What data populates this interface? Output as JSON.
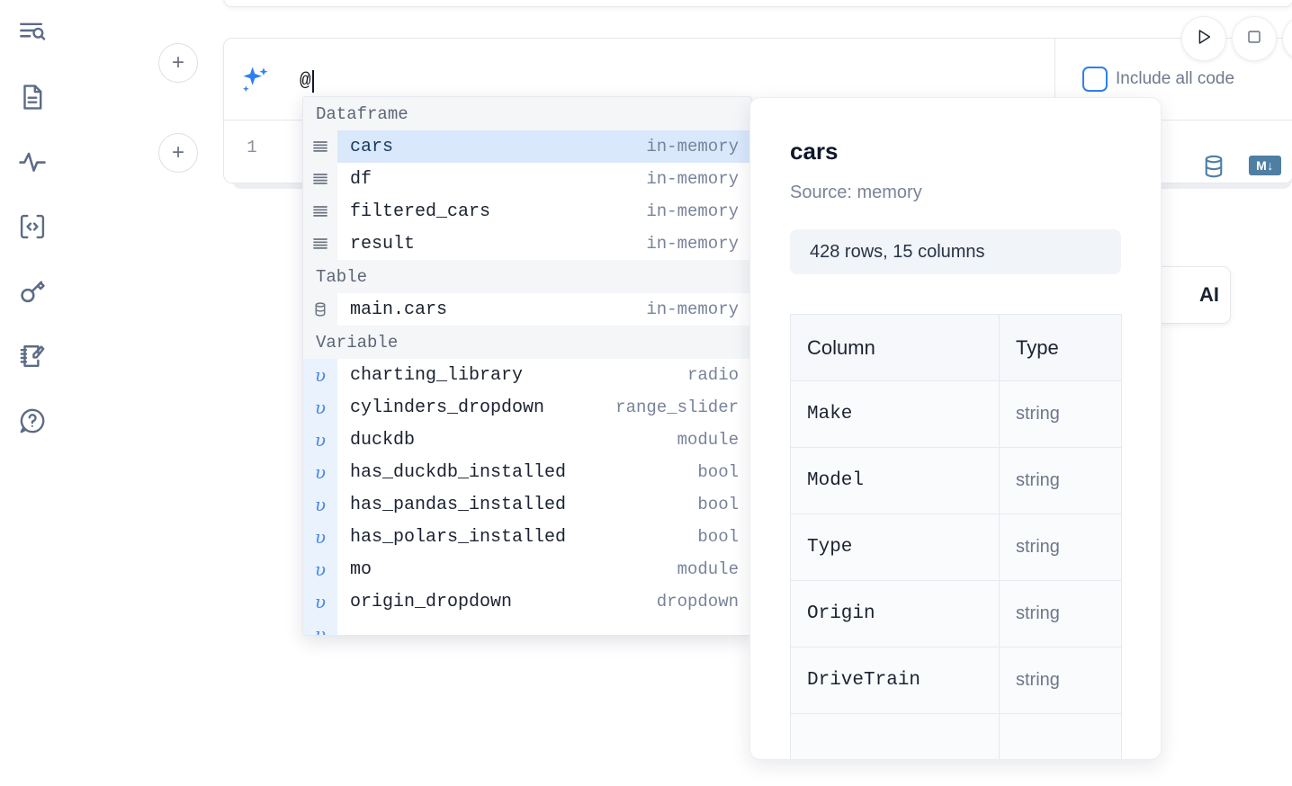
{
  "sidebar": {
    "items": [
      {
        "name": "explore-outline-icon",
        "label": "Outline"
      },
      {
        "name": "file-icon",
        "label": "Notebook file"
      },
      {
        "name": "activity-icon",
        "label": "Activity"
      },
      {
        "name": "code-snippet-icon",
        "label": "Snippets"
      },
      {
        "name": "key-icon",
        "label": "Secrets"
      },
      {
        "name": "scratchpad-icon",
        "label": "Scratchpad"
      },
      {
        "name": "help-icon",
        "label": "Help"
      }
    ]
  },
  "toolbar": {
    "add_cell_label": "+",
    "run_label": "Run",
    "stop_label": "Stop",
    "include_all_code_label": "Include all code",
    "include_all_code_checked": false,
    "markdown_badge": "M↓",
    "database_label": "Database",
    "ai_chip_label": "AI"
  },
  "ai_input": {
    "value": "@",
    "icon": "sparkle-icon"
  },
  "cell": {
    "line_number": "1"
  },
  "autocomplete": {
    "groups": [
      {
        "label": "Dataframe",
        "icon": "dataframe-icon",
        "items": [
          {
            "name": "cars",
            "type": "in-memory",
            "selected": true
          },
          {
            "name": "df",
            "type": "in-memory",
            "selected": false
          },
          {
            "name": "filtered_cars",
            "type": "in-memory",
            "selected": false
          },
          {
            "name": "result",
            "type": "in-memory",
            "selected": false
          }
        ]
      },
      {
        "label": "Table",
        "icon": "table-icon",
        "items": [
          {
            "name": "main.cars",
            "type": "in-memory",
            "selected": false
          }
        ]
      },
      {
        "label": "Variable",
        "icon": "variable-icon",
        "items": [
          {
            "name": "charting_library",
            "type": "radio",
            "selected": false
          },
          {
            "name": "cylinders_dropdown",
            "type": "range_slider",
            "selected": false
          },
          {
            "name": "duckdb",
            "type": "module",
            "selected": false
          },
          {
            "name": "has_duckdb_installed",
            "type": "bool",
            "selected": false
          },
          {
            "name": "has_pandas_installed",
            "type": "bool",
            "selected": false
          },
          {
            "name": "has_polars_installed",
            "type": "bool",
            "selected": false
          },
          {
            "name": "mo",
            "type": "module",
            "selected": false
          },
          {
            "name": "origin_dropdown",
            "type": "dropdown",
            "selected": false
          }
        ]
      }
    ]
  },
  "preview": {
    "title": "cars",
    "source": "Source: memory",
    "shape": "428 rows, 15 columns",
    "headers": {
      "column": "Column",
      "type": "Type"
    },
    "rows": [
      {
        "column": "Make",
        "type": "string"
      },
      {
        "column": "Model",
        "type": "string"
      },
      {
        "column": "Type",
        "type": "string"
      },
      {
        "column": "Origin",
        "type": "string"
      },
      {
        "column": "DriveTrain",
        "type": "string"
      }
    ]
  },
  "colors": {
    "accent": "#2f7ff0",
    "selected_row": "#d9e8fb",
    "group_header_bg": "#f4f6f8",
    "icon": "#5c6b87",
    "md_badge": "#4f7ea3"
  }
}
